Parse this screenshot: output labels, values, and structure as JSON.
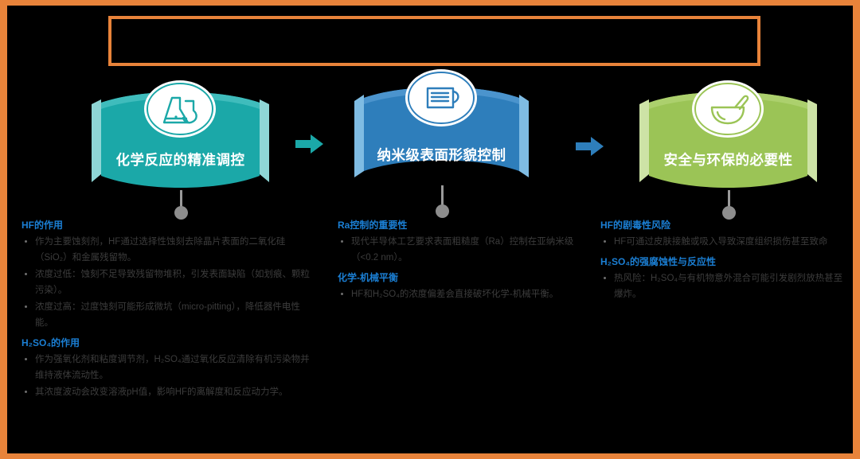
{
  "frame": {
    "border_color": "#E8833A",
    "background": "#000000"
  },
  "title_box": {
    "text": "",
    "border_color": "#E8833A"
  },
  "banners": [
    {
      "id": "banner-chemistry",
      "label": "化学反应的精准调控",
      "color": "#1BA8A8",
      "color_dark": "#158E8E",
      "color_light": "#8FD6D6",
      "icon": "flask-icon"
    },
    {
      "id": "banner-topography",
      "label": "纳米级表面形貌控制",
      "color": "#2E7EBB",
      "color_dark": "#23608F",
      "color_light": "#7FBCE3",
      "icon": "beaker-icon"
    },
    {
      "id": "banner-safety",
      "label": "安全与环保的必要性",
      "color": "#9BC456",
      "color_dark": "#86AE44",
      "color_light": "#CDE3A6",
      "icon": "mortar-pestle-icon"
    }
  ],
  "arrows": [
    {
      "id": "arrow-1",
      "color": "#1BA8A8"
    },
    {
      "id": "arrow-2",
      "color": "#2E7EBB"
    }
  ],
  "columns": [
    {
      "id": "column-chemistry",
      "sections": [
        {
          "heading": "HF的作用",
          "bullets": [
            "作为主要蚀刻剂，HF通过选择性蚀刻去除晶片表面的二氧化硅（SiO₂）和金属残留物。",
            "浓度过低：蚀刻不足导致残留物堆积，引发表面缺陷（如划痕、颗粒污染）。",
            "浓度过高：过度蚀刻可能形成微坑（micro-pitting），降低器件电性能。"
          ]
        },
        {
          "heading": "H₂SO₄的作用",
          "bullets": [
            "作为强氧化剂和粘度调节剂，H₂SO₄通过氧化反应清除有机污染物并维持液体流动性。",
            "其浓度波动会改变溶液pH值，影响HF的离解度和反应动力学。"
          ]
        }
      ]
    },
    {
      "id": "column-topography",
      "sections": [
        {
          "heading": "Ra控制的重要性",
          "bullets": [
            "现代半导体工艺要求表面粗糙度（Ra）控制在亚纳米级（<0.2 nm）。"
          ]
        },
        {
          "heading": "化学-机械平衡",
          "bullets": [
            "HF和H₂SO₄的浓度偏差会直接破坏化学-机械平衡。"
          ]
        }
      ]
    },
    {
      "id": "column-safety",
      "sections": [
        {
          "heading": "HF的剧毒性风险",
          "bullets": [
            "HF可通过皮肤接触或吸入导致深度组织损伤甚至致命"
          ]
        },
        {
          "heading": "H₂SO₄的强腐蚀性与反应性",
          "bullets": [
            "热风险：H₂SO₄与有机物意外混合可能引发剧烈放热甚至爆炸。"
          ]
        }
      ]
    }
  ],
  "colors": {
    "heading_blue": "#1B7FD4",
    "body_gray": "#3c3c3c",
    "teal": "#1BA8A8",
    "blue": "#2E7EBB",
    "green": "#9BC456",
    "orange": "#E8833A",
    "pin_gray": "#8d8d8d"
  }
}
